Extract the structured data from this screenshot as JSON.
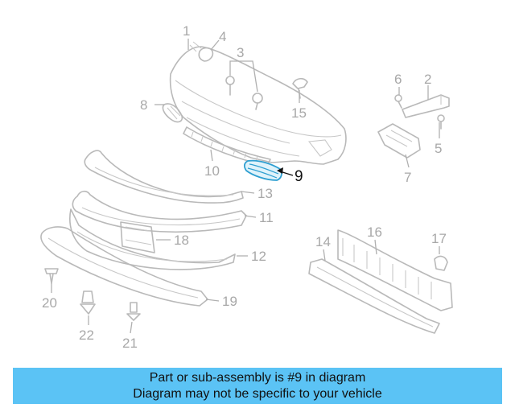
{
  "diagram": {
    "highlighted_part": "9",
    "callouts": [
      "1",
      "2",
      "3",
      "4",
      "5",
      "6",
      "7",
      "8",
      "9",
      "10",
      "11",
      "12",
      "13",
      "14",
      "15",
      "16",
      "17",
      "18",
      "19",
      "20",
      "21",
      "22"
    ]
  },
  "banner": {
    "line1": "Part or sub-assembly is #9 in diagram",
    "line2": "Diagram may not be specific to your vehicle",
    "background": "#5bc3f5"
  },
  "colors": {
    "highlight_stroke": "#2e9fd1",
    "part_stroke": "#b9b9b9"
  }
}
